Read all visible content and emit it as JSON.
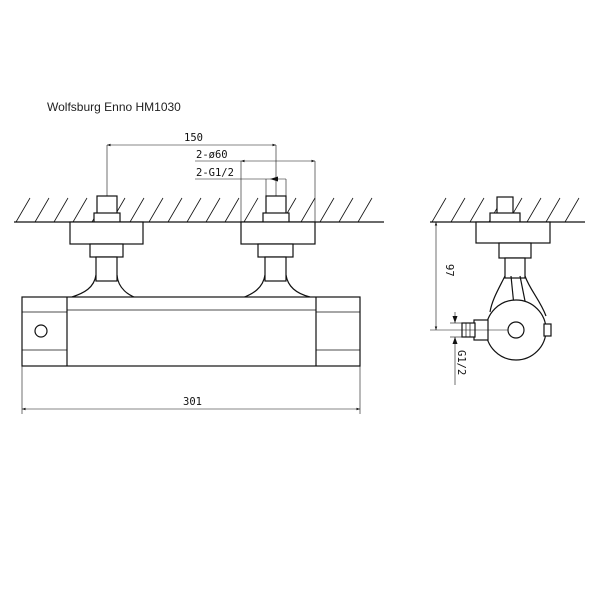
{
  "title": "Wolfsburg Enno  HM1030",
  "front_view": {
    "dim_center_distance": "150",
    "dim_flange_diameter": "2-ø60",
    "dim_thread_inlets": "2-G1/2",
    "dim_overall_length": "301"
  },
  "side_view": {
    "dim_projection": "97",
    "dim_outlet_thread": "G1/2"
  },
  "colors": {
    "line": "#111111",
    "background": "#ffffff"
  }
}
